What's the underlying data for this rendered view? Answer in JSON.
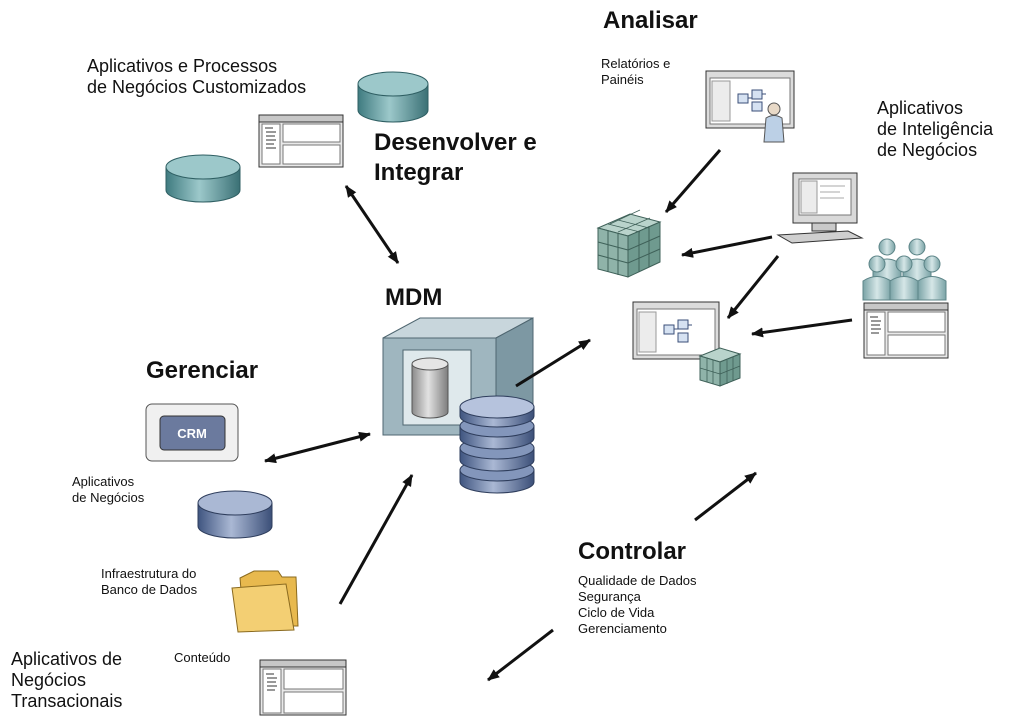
{
  "labels": {
    "analisar": "Analisar",
    "relatorios": "Relatórios e\nPainéis",
    "apps_inteligencia": "Aplicativos\nde Inteligência\nde Negócios",
    "apps_processos": "Aplicativos e Processos\nde Negócios Customizados",
    "desenvolver": "Desenvolver e\nIntegrar",
    "mdm": "MDM",
    "gerenciar": "Gerenciar",
    "crm": "CRM",
    "apps_negocios": "Aplicativos\nde Negócios",
    "infraestrutura": "Infraestrutura do\nBanco de Dados",
    "conteudo": "Conteúdo",
    "apps_transacionais": "Aplicativos de\nNegócios\nTransacionais",
    "controlar": "Controlar",
    "controlar_itens": "Qualidade de Dados\nSegurança\nCiclo de Vida\nGerenciamento"
  },
  "colors": {
    "teal_cylinder": "#5f9a9e",
    "db_blue": "#6a7fa6",
    "mdm_box": "#9fb6bf",
    "cube_green": "#8fb3a9",
    "folder": "#f3cf73",
    "crm_button": "#6b7a9e",
    "people": "#a9c7c9"
  }
}
